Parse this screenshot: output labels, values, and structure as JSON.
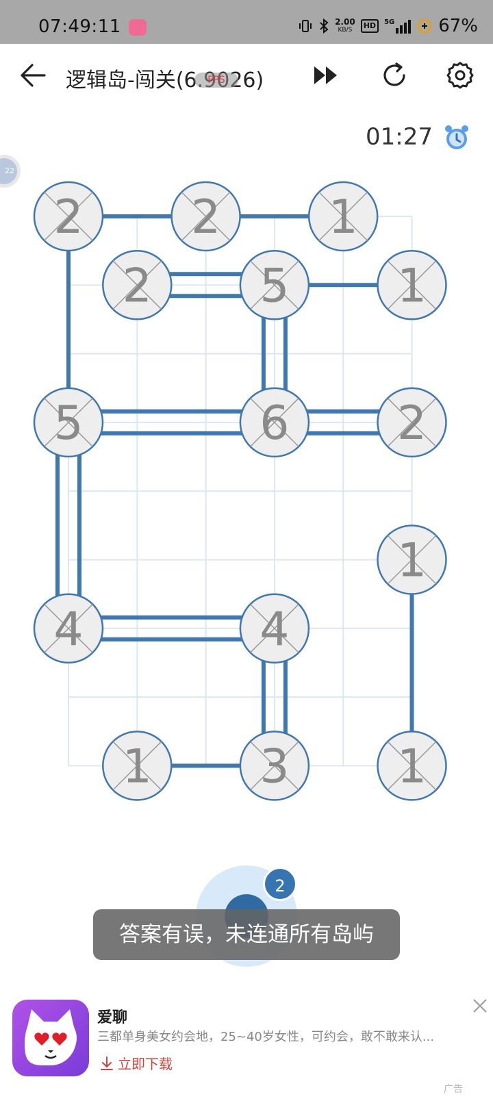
{
  "status_bar": {
    "time": "07:49:11",
    "app_badge": "bilibili",
    "net_speed": "2.00",
    "net_unit": "KB/S",
    "hd": "HD",
    "network": "5G",
    "battery": "67%"
  },
  "toolbar": {
    "title": "逻辑岛-闯关(6.9026)",
    "fps_label": "FPS"
  },
  "timer": "01:27",
  "side_bubble": "22",
  "board": {
    "islands": [
      {
        "id": "a",
        "value": "2"
      },
      {
        "id": "b",
        "value": "2"
      },
      {
        "id": "c",
        "value": "1"
      },
      {
        "id": "d",
        "value": "2"
      },
      {
        "id": "e",
        "value": "5"
      },
      {
        "id": "f",
        "value": "1"
      },
      {
        "id": "g",
        "value": "5"
      },
      {
        "id": "h",
        "value": "6"
      },
      {
        "id": "i",
        "value": "2"
      },
      {
        "id": "j",
        "value": "1"
      },
      {
        "id": "k",
        "value": "4"
      },
      {
        "id": "l",
        "value": "4"
      },
      {
        "id": "m",
        "value": "1"
      },
      {
        "id": "n",
        "value": "3"
      },
      {
        "id": "o",
        "value": "1"
      }
    ],
    "colors": {
      "bridge": "#3f78b0",
      "island_fill": "#eeeeee",
      "island_stroke": "#3f78b0",
      "number": "#8a8a8a",
      "grid": "#dde7f1"
    }
  },
  "hint": {
    "count": "2"
  },
  "toast": "答案有误，未连通所有岛屿",
  "ad": {
    "title": "爱聊",
    "description": "三都单身美女约会地，25~40岁女性，可约会，敢不敢来认...",
    "download": "立即下载",
    "label": "广告"
  }
}
